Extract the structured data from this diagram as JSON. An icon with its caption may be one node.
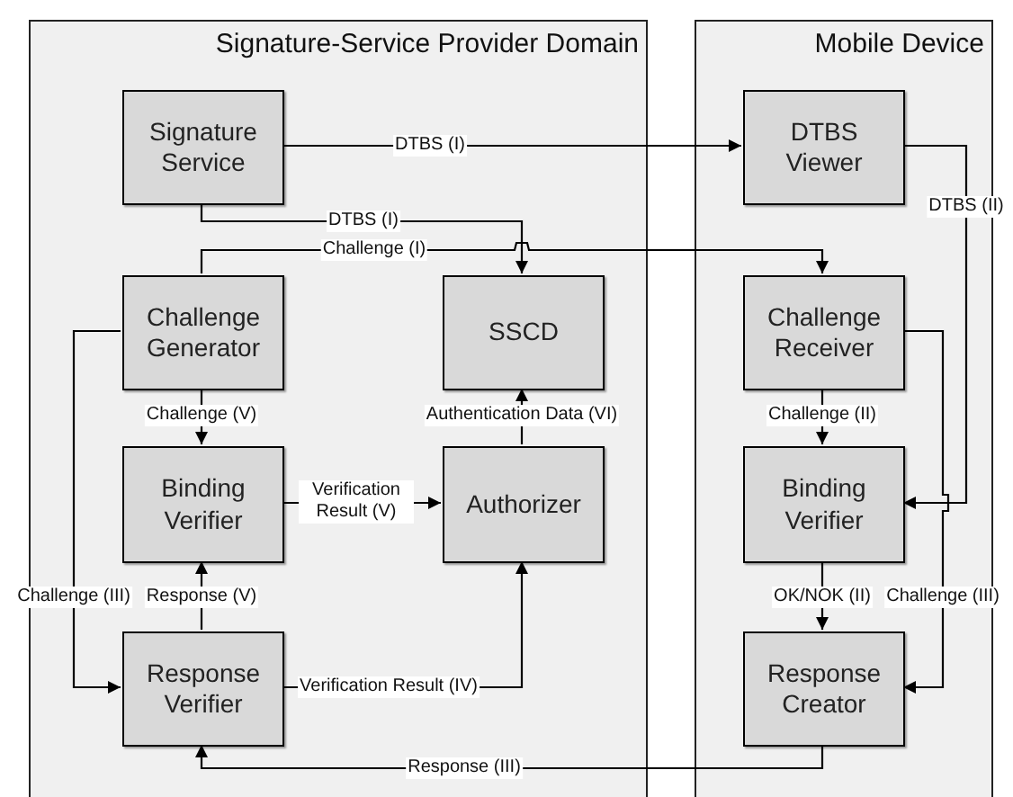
{
  "diagram": {
    "nodes": [
      {
        "text": [
          "Signature-Service Provider Domain"
        ]
      },
      {
        "text": [
          "Mobile Device"
        ]
      },
      {
        "text": [
          "Signature Service"
        ],
        "in": 0
      },
      {
        "text": [
          "DTBS Viewer"
        ],
        "in": 1
      },
      {
        "text": [
          "Challenge Generator"
        ],
        "in": 0
      },
      {
        "text": [
          "SSCD"
        ],
        "in": 0
      },
      {
        "text": [
          "Challenge Receiver"
        ],
        "in": 1
      },
      {
        "text": [
          "Binding Verifier"
        ],
        "in": 0
      },
      {
        "text": [
          "Authorizer"
        ],
        "in": 0
      },
      {
        "text": [
          "Binding Verifier"
        ],
        "in": 1
      },
      {
        "text": [
          "Response Verifier"
        ],
        "in": 0
      },
      {
        "text": [
          "Response Creator"
        ],
        "in": 1
      }
    ],
    "edges": [
      {
        "from": 2,
        "to": 3,
        "arrow": "to",
        "label": "DTBS (I)"
      },
      {
        "from": 2,
        "to": 5,
        "arrow": "to",
        "label": "DTBS (I)"
      },
      {
        "from": 4,
        "to": 6,
        "arrow": "to",
        "label": "Challenge (I)"
      },
      {
        "from": 3,
        "to": 9,
        "arrow": "to",
        "label": "DTBS (II)"
      },
      {
        "from": 4,
        "to": 7,
        "arrow": "to",
        "label": "Challenge (V)"
      },
      {
        "from": 7,
        "to": 8,
        "arrow": "to",
        "label": "Verification Result (V)"
      },
      {
        "from": 8,
        "to": 5,
        "arrow": "to",
        "label": "Authentication Data (VI)"
      },
      {
        "from": 4,
        "to": 10,
        "arrow": "to",
        "label": "Challenge (III)"
      },
      {
        "from": 10,
        "to": 7,
        "arrow": "to",
        "label": "Response (V)"
      },
      {
        "from": 10,
        "to": 8,
        "arrow": "to",
        "label": "Verification Result (IV)"
      },
      {
        "from": 6,
        "to": 9,
        "arrow": "to",
        "label": "Challenge (II)"
      },
      {
        "from": 6,
        "to": 11,
        "arrow": "to",
        "label": "Challenge (III)"
      },
      {
        "from": 9,
        "to": 11,
        "arrow": "to",
        "label": "OK/NOK (II)"
      },
      {
        "from": 11,
        "to": 10,
        "arrow": "to",
        "label": "Response (III)"
      }
    ]
  }
}
